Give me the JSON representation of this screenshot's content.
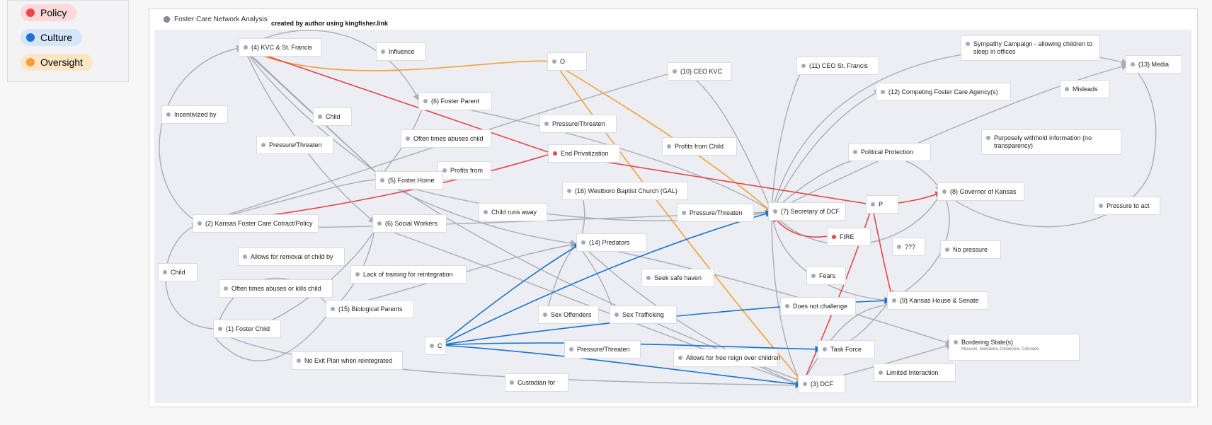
{
  "legend": [
    {
      "label": "Policy",
      "color": "#e9494d",
      "bg": "#fbd8da"
    },
    {
      "label": "Culture",
      "color": "#1e6fd1",
      "bg": "#d5e6fb"
    },
    {
      "label": "Oversight",
      "color": "#f0a035",
      "bg": "#fde5c6"
    }
  ],
  "diagram": {
    "title": "Foster Care Network Analysis",
    "credit": "created by author using kingfisher.link",
    "nodes": {
      "kvc": "(4) KVC & St. Francis",
      "influence": "Influence",
      "o": "O",
      "ceo_kvc": "(10) CEO KVC",
      "ceo_stf": "(11) CEO St. Francis",
      "sympathy": "Sympathy Campaign - allowing  children to sleep in offices",
      "media": "(13) Media",
      "incentivized": "Incentivized by",
      "child1": "Child",
      "foster_parent": "(6) Foster Parent",
      "pressure1": "Pressure/Threaten",
      "competing": "(12) Competing Foster Care Agency(s)",
      "misleads": "Misleads",
      "pressure2": "Pressure/Threaten",
      "often_abuses": "Often times abuses child",
      "profits_child": "Profits from Child",
      "end_priv": "End Privatization",
      "political": "Political Protection",
      "withhold": "Purposely withhold information (no transparency)",
      "profits_from": "Profits from",
      "foster_home": "(5) Foster Home",
      "westboro": "(16) Westboro Baptist Church (GAL)",
      "governor": "(8) Governor of Kansas",
      "child_runs": "Child runs away",
      "pressure3": "Pressure/Threaten",
      "secretary": "(7) Secretary of DCF",
      "p": "P",
      "pressure_act": "Pressure to act",
      "kansas_contract": "(2) Kansas Foster Care Cotract/Policy",
      "social_workers": "(6) Social Workers",
      "fire": "FIRE",
      "predators": "(14) Predators",
      "qqq": "???",
      "no_pressure": "No pressure",
      "allows_removal": "Allows for removal of child by",
      "child2": "Child",
      "lack_training": "Lack of training for reintegration",
      "seek_haven": "Seek safe haven",
      "fears": "Fears",
      "often_kills": "Often times abuses or kills child",
      "bio_parents": "(15) Biological Parents",
      "sex_offenders": "Sex Offenders",
      "sex_trafficking": "Sex Trafficking",
      "does_not": "Does not challenge",
      "kansas_house": "(9) Kansas House & Senate",
      "foster_child": "(1) Foster Child",
      "bordering": "Bordering State(s)",
      "bordering_sub": "Missouri, Nebraska, Oklahoma, Colorado",
      "c": "C",
      "pressure4": "Pressure/Threaten",
      "task_force": "Task Force",
      "no_exit": "No Exit Plan when reintegrated",
      "free_reign": "Allows for free reign over children",
      "limited": "Limited Interaction",
      "custodian": "Custodian for",
      "dcf": "(3) DCF"
    }
  }
}
